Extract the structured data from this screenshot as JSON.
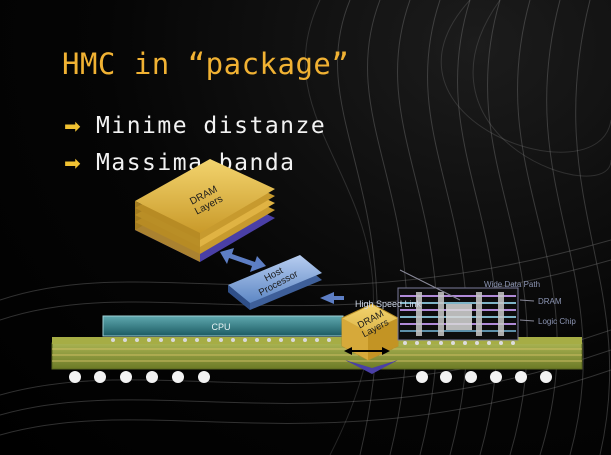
{
  "slide": {
    "title": "HMC in “package”",
    "bullets": [
      {
        "icon": "arrow-right-icon",
        "text": "Minime distanze"
      },
      {
        "icon": "arrow-right-icon",
        "text": "Massima banda"
      }
    ]
  },
  "diagram": {
    "dram_stack_label": "DRAM\nLayers",
    "host_processor_label": "Host\nProcessor",
    "cpu_label": "CPU",
    "hmc_dram_label": "DRAM\nLayers",
    "link_label": "High Speed Link",
    "wide_data_path_label": "Wide Data Path",
    "dram_label": "DRAM",
    "logic_chip_label": "Logic Chip"
  },
  "colors": {
    "title": "#f1b233",
    "bullet_text": "#f2f2f2",
    "dram_gold": "#e7c04e",
    "host_blue": "#7ea6d8",
    "cpu_teal": "#2f7e86",
    "substrate_green": "#8d9a3a"
  }
}
